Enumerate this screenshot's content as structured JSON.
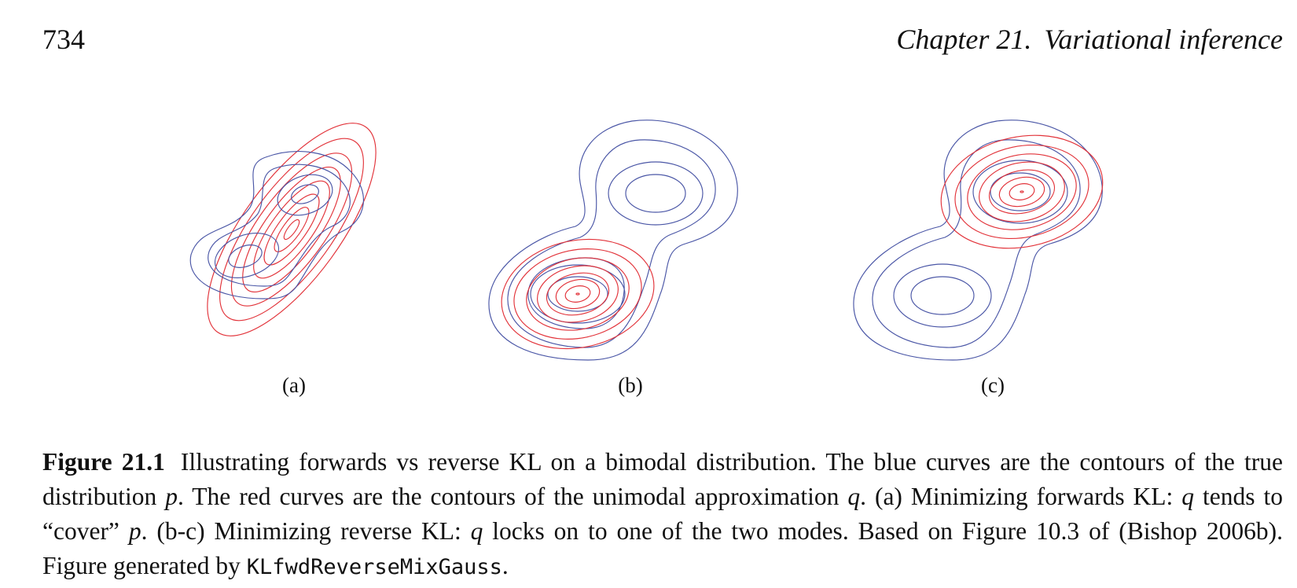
{
  "header": {
    "page_number": "734",
    "chapter": "Chapter 21.",
    "chapter_title": "Variational inference"
  },
  "figure": {
    "panels": [
      {
        "label": "(a)"
      },
      {
        "label": "(b)"
      },
      {
        "label": "(c)"
      }
    ],
    "colors": {
      "true_distribution": "#4a56a6",
      "approximation": "#e2333a"
    }
  },
  "caption": {
    "label": "Figure 21.1",
    "s1": "Illustrating forwards vs reverse KL on a bimodal distribution. The blue curves are the contours of the true distribution ",
    "p1": "p",
    "s2": ". The red curves are the contours of the unimodal approximation ",
    "q1": "q",
    "s3": ". (a) Minimizing forwards KL: ",
    "q2": "q",
    "s4": " tends to “cover” ",
    "p2": "p",
    "s5": ". (b-c) Minimizing reverse KL: ",
    "q3": "q",
    "s6": " locks on to one of the two modes. Based on Figure 10.3 of (Bishop 2006b). Figure generated by ",
    "code": "KLfwdReverseMixGauss",
    "s7": "."
  }
}
